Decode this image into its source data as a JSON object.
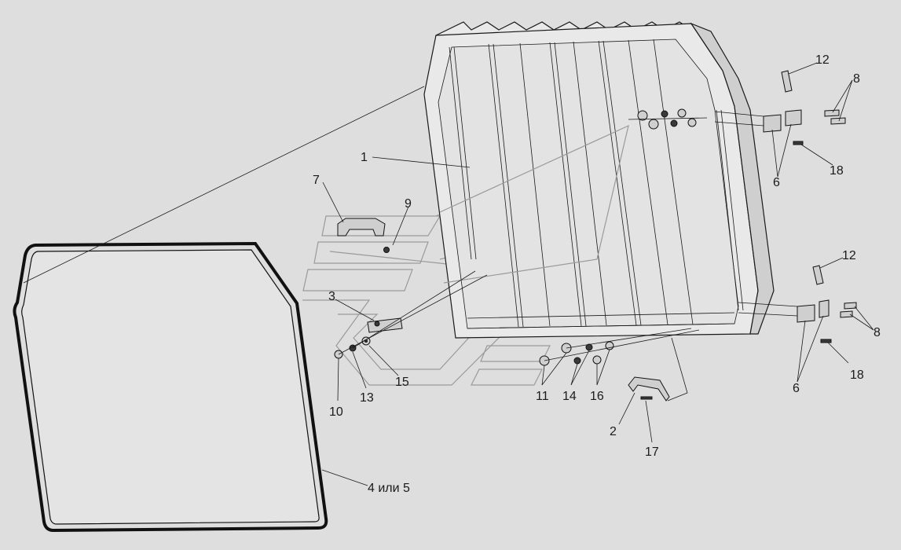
{
  "callouts": {
    "c1": "1",
    "c2": "2",
    "c3": "3",
    "c4": "4 или 5",
    "c6a": "6",
    "c6b": "6",
    "c7": "7",
    "c8a": "8",
    "c8b": "8",
    "c9": "9",
    "c10": "10",
    "c11": "11",
    "c12a": "12",
    "c12b": "12",
    "c13": "13",
    "c14": "14",
    "c15": "15",
    "c16": "16",
    "c17": "17",
    "c18a": "18",
    "c18b": "18"
  },
  "colors": {
    "background": "#dedede",
    "line": "#1a1a1a",
    "ghost": "#9a9a9a"
  }
}
